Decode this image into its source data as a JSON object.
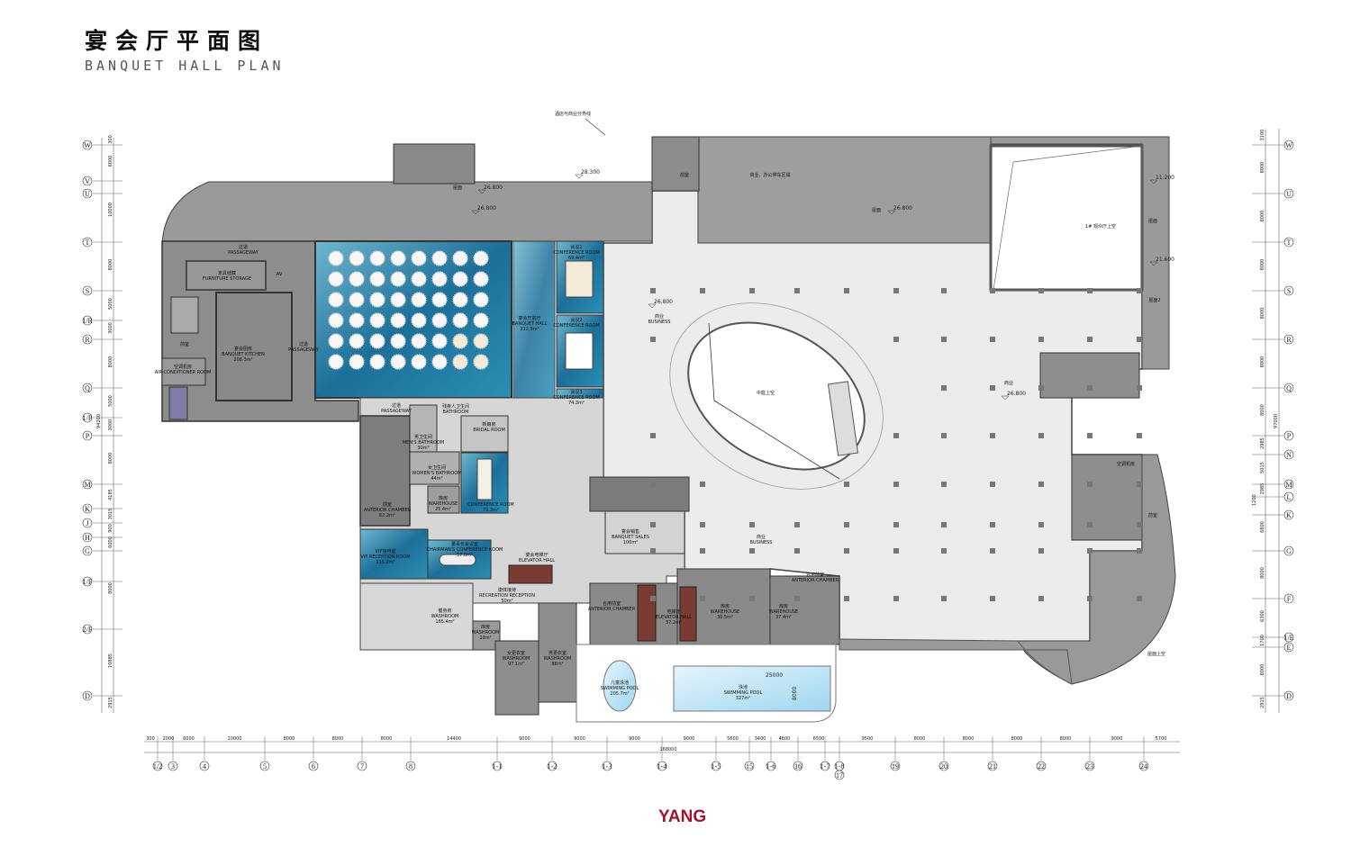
{
  "header": {
    "title_cn": "宴会厅平面图",
    "title_en": "BANQUET HALL PLAN"
  },
  "logo": "YANG",
  "colors": {
    "wall": "#555555",
    "room_gray": "#8f8f8f",
    "business_floor": "#ececec",
    "carpet_blue": "#1f7ea6",
    "pool": "#bfe3f5",
    "elevator_red": "#7a3b33",
    "logo_red": "#a0142d"
  },
  "annotations": {
    "boundary_line": "酒店与商业分界线",
    "elev_28300": "28.300",
    "elev_26800_a": "26.800",
    "elev_26800_b": "26.800",
    "elev_26800_c": "26.800",
    "elev_26800_d": "26.800",
    "elev_11200": "11.200",
    "elev_21600": "21.600",
    "elev_26800_small": "26.800",
    "pool_dim_length": "25000",
    "pool_dim_width": "8000"
  },
  "rooms": {
    "passageway_top": {
      "cn": "过道",
      "en": "PASSAGEWAY"
    },
    "furniture_storage": {
      "cn": "家具储藏",
      "en": "FURNITURE STORAGE"
    },
    "av": {
      "cn": "AV"
    },
    "banquet_kitchen": {
      "cn": "宴会厨房",
      "en": "BANQUET KITCHEN",
      "area": "208.3m²"
    },
    "anterior_left": {
      "cn": "前室"
    },
    "air_conditioner": {
      "cn": "空调机房",
      "en": "AIR-CONDITIONER ROOM"
    },
    "passageway_side": {
      "cn": "过道",
      "en": "PASSAGEWAY"
    },
    "banquet_foyer": {
      "cn": "宴会厅前厅",
      "en": "BANQUET HALL",
      "area": "212.5m²"
    },
    "conference_1": {
      "cn": "会议1",
      "en": "CONFERENCE ROOM",
      "area": "69.4m²"
    },
    "conference_2": {
      "cn": "会议2",
      "en": "CONFERENCE ROOM"
    },
    "conference_3": {
      "cn": "会议3",
      "en": "CONFERENCE ROOM",
      "area": "74.3m²"
    },
    "passageway_mid": {
      "cn": "过道",
      "en": "PASSAGEWAY"
    },
    "accessible_bath": {
      "cn": "残疾人卫生间",
      "en": "BATHROOM"
    },
    "bridal_room": {
      "cn": "新娘房",
      "en": "BRIDAL ROOM"
    },
    "mens_bath": {
      "cn": "男卫生间",
      "en": "MEN'S BATHROOM",
      "area": "30m²"
    },
    "womens_bath": {
      "cn": "女卫生间",
      "en": "WOMEN'S BATHROOM",
      "area": "44m²"
    },
    "warehouse_1": {
      "cn": "库房",
      "en": "WAREHOUSE",
      "area": "25.4m²"
    },
    "conference_4": {
      "en": "CONFERENCE ROOM",
      "area": "79.3m²"
    },
    "anterior_chamber_1": {
      "cn": "前室",
      "en": "ANTERIOR CHAMBER",
      "area": "62.2m²"
    },
    "vip_reception": {
      "cn": "VIP接待室",
      "en": "VIP RECEPTION ROOM",
      "area": "115.2m²"
    },
    "chairman_conference": {
      "cn": "董事长会议室",
      "en": "CHAIRMAN'S CONFERENCE ROOM",
      "area": "57.6m²"
    },
    "banquet_elevator_hall": {
      "cn": "宴会电梯厅",
      "en": "ELEVATOR HALL"
    },
    "banquet_sales": {
      "cn": "宴会销售",
      "en": "BANQUET SALES",
      "area": "100m²"
    },
    "recreation_reception": {
      "cn": "康体接待",
      "en": "RECREATION RECEPTION",
      "area": "50m²"
    },
    "gym": {
      "cn": "健身房",
      "en": "WASHROOM",
      "area": "165.4m²"
    },
    "storage_small": {
      "cn": "库房",
      "en": "WASHROOM",
      "area": "19m²"
    },
    "womens_locker": {
      "cn": "女更衣室",
      "en": "WASHROOM",
      "area": "97.1m²"
    },
    "mens_locker": {
      "cn": "男更衣室",
      "en": "WASHROOM",
      "area": "88m²"
    },
    "shared_anterior_1": {
      "cn": "合用前室",
      "en": "ANTERIOR CHAMBER"
    },
    "elevator_hall": {
      "cn": "电梯厅",
      "en": "ELEVATOR HALL",
      "area": "37.2m²"
    },
    "warehouse_2": {
      "cn": "库房",
      "en": "WAREHOUSE",
      "area": "36.5m²"
    },
    "warehouse_3": {
      "cn": "库房",
      "en": "WAREHOUSE",
      "area": "37.4m²"
    },
    "shared_anterior_2": {
      "cn": "合用前室",
      "en": "ANTERIOR CHAMBER"
    },
    "kids_pool": {
      "cn": "儿童泳池",
      "en": "SWIMMING POOL",
      "area": "205.7m²"
    },
    "pool": {
      "cn": "泳池",
      "en": "SWIMMING POOL",
      "area": "327m²"
    },
    "business_1": {
      "cn": "商业",
      "en": "BUSINESS"
    },
    "business_2": {
      "cn": "商业",
      "en": "BUSINESS"
    },
    "business_3": {
      "cn": "商业"
    },
    "atrium": {
      "cn": "中庭上空"
    },
    "parking_zone": {
      "cn": "商业、办公停车区域"
    },
    "roof_1": {
      "cn": "屋面"
    },
    "roof_2": {
      "cn": "屋面"
    },
    "auditorium_void": {
      "cn": "1# 观众厅上空"
    },
    "roof_right_1": {
      "cn": "屋面"
    },
    "roof_right_2": {
      "cn": "屋面2"
    },
    "ac_room_right": {
      "cn": "空调机房"
    },
    "roof_void": {
      "cn": "屋面上空"
    },
    "front_room_top": {
      "cn": "前室"
    },
    "front_room_right": {
      "cn": "前室"
    }
  },
  "grid": {
    "left": {
      "labels": [
        "W",
        "V",
        "U",
        "T",
        "S",
        "1/R",
        "R",
        "Q",
        "1/P",
        "P",
        "M",
        "K",
        "J",
        "H",
        "G",
        "1/F",
        "2/F",
        "D"
      ],
      "dims": [
        "300",
        "6000",
        "10000",
        "8000",
        "5000",
        "3000",
        "8000",
        "5000",
        "3000",
        "8000",
        "4185",
        "3015",
        "900",
        "6000",
        "8000",
        "10885",
        "2915"
      ],
      "total": "94200"
    },
    "right": {
      "labels": [
        "W",
        "U",
        "T",
        "S",
        "R",
        "Q",
        "P",
        "N",
        "M",
        "L",
        "K",
        "G",
        "F",
        "1/E",
        "E",
        "D"
      ],
      "dims": [
        "3100",
        "8000",
        "8000",
        "8000",
        "8000",
        "8000",
        "8000",
        "2985",
        "5015",
        "2985",
        "1200",
        "6800",
        "8000",
        "6300",
        "1700",
        "8000",
        "2915"
      ],
      "total": "97000"
    },
    "bottom": {
      "labels": [
        "1/2",
        "3",
        "4",
        "5",
        "6",
        "7",
        "8",
        "1-1",
        "1-2",
        "1-3",
        "1-4",
        "1-5",
        "15",
        "1-6",
        "16",
        "1-7",
        "1-8",
        "17",
        "19",
        "20",
        "21",
        "22",
        "23",
        "24"
      ],
      "dims": [
        "300",
        "2000",
        "6000",
        "10000",
        "8000",
        "8000",
        "8000",
        "14400",
        "9000",
        "9000",
        "9000",
        "9000",
        "5600",
        "3400",
        "4600",
        "6500",
        "9500",
        "8000",
        "8000",
        "8000",
        "8000",
        "9000",
        "5700"
      ],
      "total": "168000"
    }
  }
}
